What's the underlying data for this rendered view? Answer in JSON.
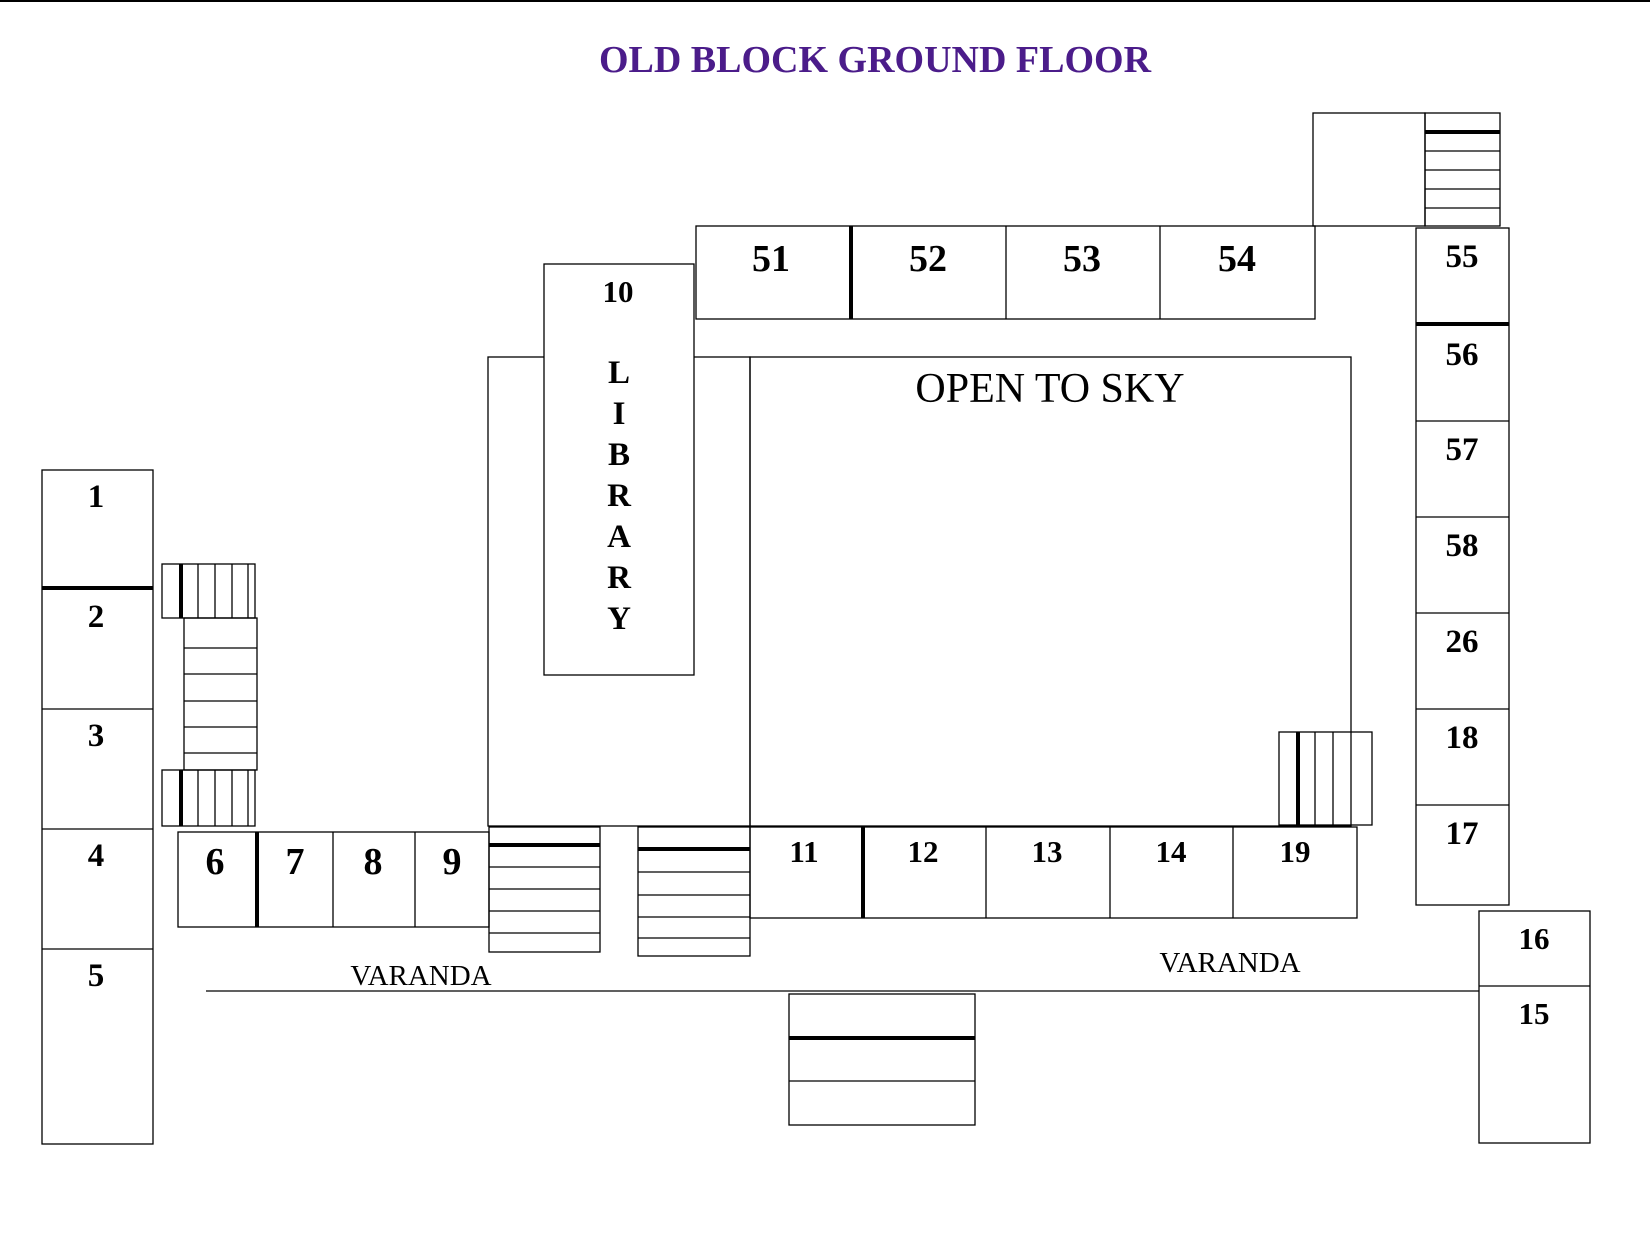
{
  "title": "OLD BLOCK GROUND FLOOR",
  "title_color": "#4b1c8a",
  "library": {
    "number": "10",
    "letters": [
      "L",
      "I",
      "B",
      "R",
      "A",
      "R",
      "Y"
    ]
  },
  "open_to_sky": "OPEN TO SKY",
  "varanda_left": "VARANDA",
  "varanda_right": "VARANDA",
  "rooms": {
    "r1": "1",
    "r2": "2",
    "r3": "3",
    "r4": "4",
    "r5": "5",
    "r6": "6",
    "r7": "7",
    "r8": "8",
    "r9": "9",
    "r11": "11",
    "r12": "12",
    "r13": "13",
    "r14": "14",
    "r19": "19",
    "r51": "51",
    "r52": "52",
    "r53": "53",
    "r54": "54",
    "r55": "55",
    "r56": "56",
    "r57": "57",
    "r58": "58",
    "r26": "26",
    "r18": "18",
    "r17": "17",
    "r16": "16",
    "r15": "15"
  }
}
